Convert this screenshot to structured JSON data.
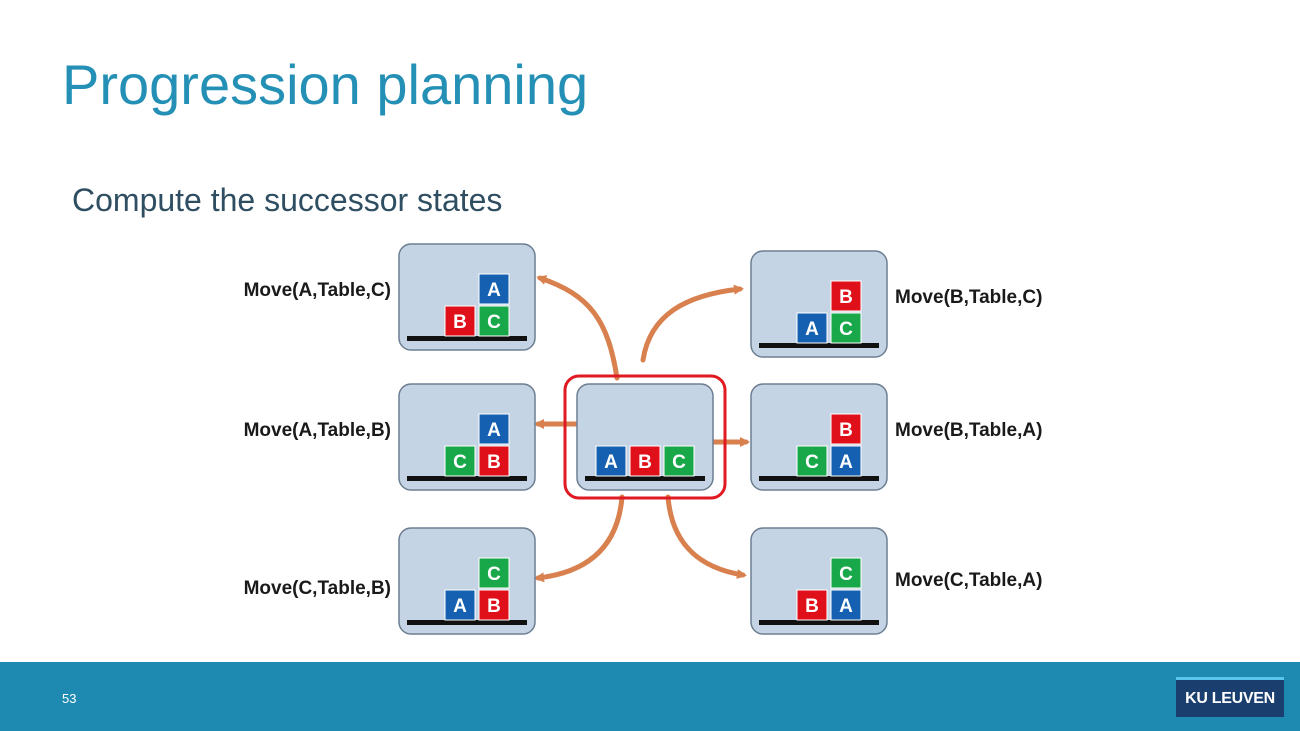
{
  "slide": {
    "title": "Progression planning",
    "subtitle": "Compute the successor states",
    "page_number": "53",
    "logo_text": "KU LEUVEN"
  },
  "colors": {
    "title": "#2590b5",
    "block_A": "#1560b0",
    "block_B": "#e0101a",
    "block_C": "#18a84a",
    "arrow": "#d8814f",
    "highlight": "#e01a22",
    "footer": "#1e8ab1",
    "logo_bg": "#1a3f6f"
  },
  "diagram": {
    "initial": {
      "label": "",
      "stacks": [
        [
          "A"
        ],
        [
          "B"
        ],
        [
          "C"
        ]
      ]
    },
    "successors": [
      {
        "id": "move-a-table-c",
        "label": "Move(A,Table,C)",
        "stacks": [
          [
            "B"
          ],
          [
            "C",
            "A"
          ]
        ]
      },
      {
        "id": "move-a-table-b",
        "label": "Move(A,Table,B)",
        "stacks": [
          [
            "C"
          ],
          [
            "B",
            "A"
          ]
        ]
      },
      {
        "id": "move-c-table-b",
        "label": "Move(C,Table,B)",
        "stacks": [
          [
            "A"
          ],
          [
            "B",
            "C"
          ]
        ]
      },
      {
        "id": "move-b-table-c",
        "label": "Move(B,Table,C)",
        "stacks": [
          [
            "A"
          ],
          [
            "C",
            "B"
          ]
        ]
      },
      {
        "id": "move-b-table-a",
        "label": "Move(B,Table,A)",
        "stacks": [
          [
            "C"
          ],
          [
            "A",
            "B"
          ]
        ]
      },
      {
        "id": "move-c-table-a",
        "label": "Move(C,Table,A)",
        "stacks": [
          [
            "B"
          ],
          [
            "A",
            "C"
          ]
        ]
      }
    ]
  }
}
